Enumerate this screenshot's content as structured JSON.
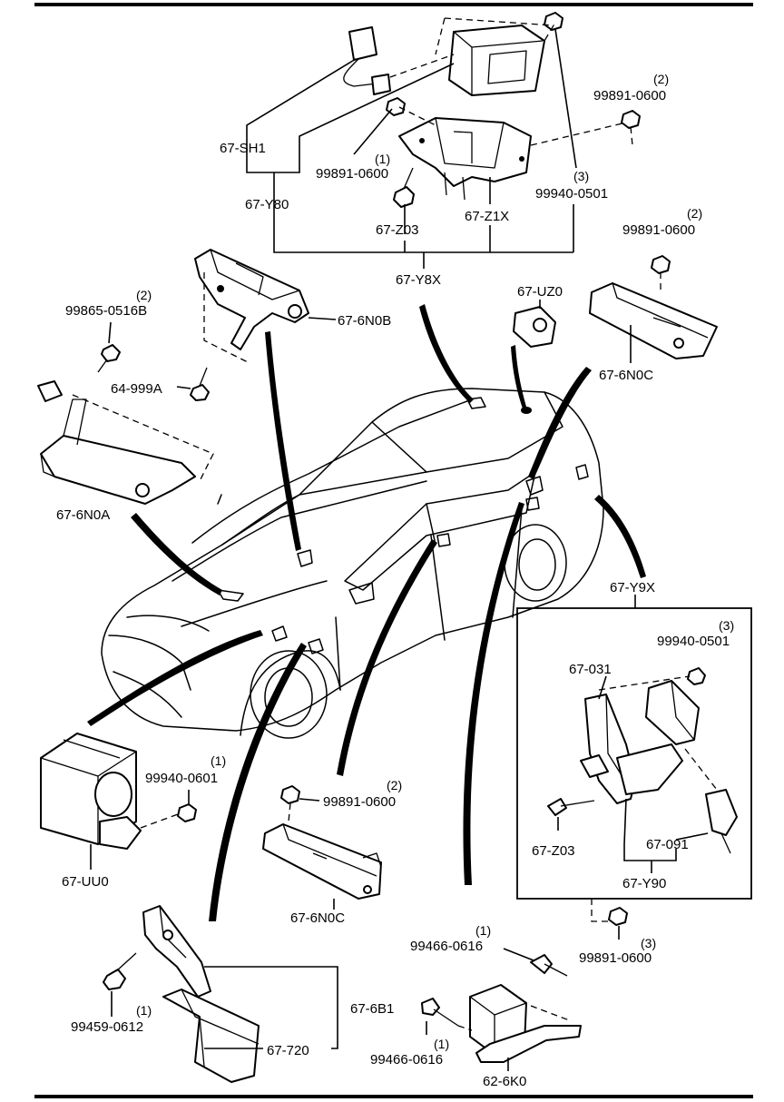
{
  "labels": {
    "sh1": "67-SH1",
    "y80": "67-Y80",
    "p99891_a": "99891-0600",
    "p99891_a_qty": "(1)",
    "z03_top": "67-Z03",
    "z1x": "67-Z1X",
    "p99940_a": "99940-0501",
    "p99940_a_qty": "(3)",
    "p99891_b": "99891-0600",
    "p99891_b_qty": "(2)",
    "y8x": "67-Y8X",
    "n0b": "67-6N0B",
    "uz0": "67-UZ0",
    "p99891_c": "99891-0600",
    "p99891_c_qty": "(2)",
    "n0c_top": "67-6N0C",
    "p99865": "99865-0516B",
    "p99865_qty": "(2)",
    "p64999": "64-999A",
    "n0a": "67-6N0A",
    "y9x": "67-Y9X",
    "p99940_b": "99940-0501",
    "p99940_b_qty": "(3)",
    "p031": "67-031",
    "z03_box": "67-Z03",
    "p091": "67-091",
    "y90": "67-Y90",
    "p99940_c": "99940-0601",
    "p99940_c_qty": "(1)",
    "uu0": "67-UU0",
    "p99891_d": "99891-0600",
    "p99891_d_qty": "(2)",
    "n0c_bot": "67-6N0C",
    "p99891_e": "99891-0600",
    "p99891_e_qty": "(3)",
    "p99466_a": "99466-0616",
    "p99466_a_qty": "(1)",
    "p99466_b": "99466-0616",
    "p99466_b_qty": "(1)",
    "k0": "62-6K0",
    "p99459": "99459-0612",
    "p99459_qty": "(1)",
    "b1": "67-6B1",
    "p720": "67-720"
  }
}
